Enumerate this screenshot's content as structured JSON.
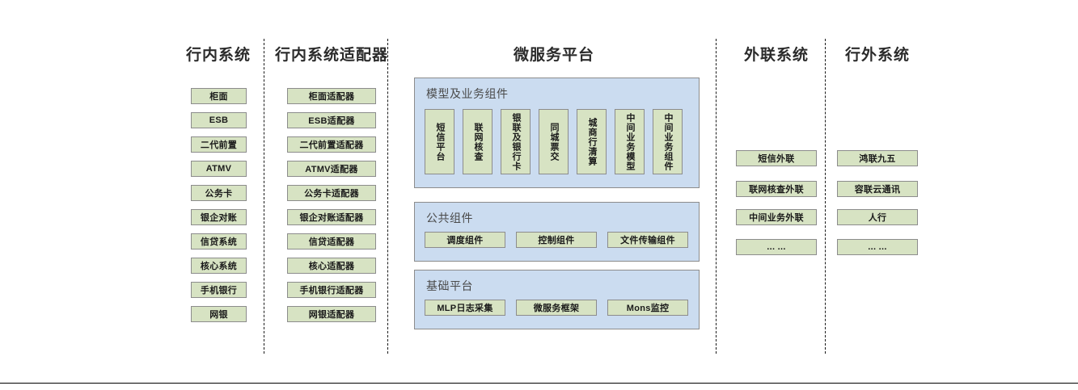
{
  "diagram": {
    "title_middle": "微服务平台",
    "colors": {
      "box_fill": "#d7e3c3",
      "box_border": "#8c8c8c",
      "panel_fill": "#cbdcf0",
      "panel_border": "#8c8c8c",
      "text": "#1a1a1a",
      "panel_title_text": "#4a4a4a",
      "separator": "#1a1a1a"
    },
    "columns": [
      {
        "id": "intra-bank-systems",
        "title": "行内系统",
        "items": [
          "柜面",
          "ESB",
          "二代前置",
          "ATMV",
          "公务卡",
          "银企对账",
          "信贷系统",
          "核心系统",
          "手机银行",
          "网银"
        ]
      },
      {
        "id": "intra-bank-adapters",
        "title": "行内系统适配器",
        "items": [
          "柜面适配器",
          "ESB适配器",
          "二代前置适配器",
          "ATMV适配器",
          "公务卡适配器",
          "银企对账适配器",
          "信贷适配器",
          "核心适配器",
          "手机银行适配器",
          "网银适配器"
        ]
      },
      {
        "id": "external-link-systems",
        "title": "外联系统",
        "items": [
          "短信外联",
          "联网核查外联",
          "中间业务外联",
          "... ..."
        ]
      },
      {
        "id": "out-of-bank-systems",
        "title": "行外系统",
        "items": [
          "鸿联九五",
          "容联云通讯",
          "人行",
          "... ..."
        ]
      }
    ],
    "microservice_platform": {
      "title": "微服务平台",
      "panels": [
        {
          "id": "model-business-components",
          "title": "模型及业务组件",
          "orientation": "vertical",
          "items": [
            "短信平台",
            "联网核查",
            "银联及银行卡",
            "同城票交",
            "城商行清算",
            "中间业务模型",
            "中间业务组件"
          ]
        },
        {
          "id": "public-components",
          "title": "公共组件",
          "orientation": "horizontal",
          "items": [
            "调度组件",
            "控制组件",
            "文件传输组件"
          ]
        },
        {
          "id": "base-platform",
          "title": "基础平台",
          "orientation": "horizontal",
          "items": [
            "MLP日志采集",
            "微服务框架",
            "Mons监控"
          ]
        }
      ]
    }
  }
}
